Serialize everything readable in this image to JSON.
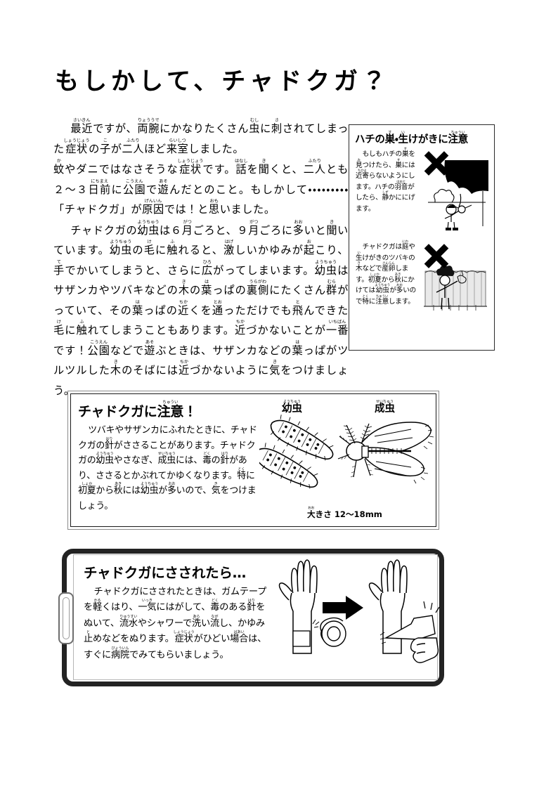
{
  "page": {
    "title": "もしかして、チャドクガ？",
    "background_color": "#ffffff",
    "text_color": "#000000"
  },
  "body_text": {
    "paragraph_1": "最近ですが、両腕にかなりたくさん虫に刺されてしまった症状の子が二人ほど来室しました。",
    "paragraph_2": "蚊やダニではなさそうな症状です。話を聞くと、二人とも２～３日前に公園で遊んだとのこと。もしかして・・・・・・・・・「チャドクガ」が原因では！と思いました。",
    "paragraph_3": "チャドクガの幼虫は６月ごろと、９月ごろに多いと聞いています。幼虫の毛に触れると、激しいかゆみが起こり、手でかいてしまうと、さらに広がってしまいます。幼虫はサザンカやツバキなどの木の葉っぱの裏側にたくさん群がっていて、その葉っぱの近くを通っただけでも飛んできた毛に触れてしまうこともあります。近づかないことが一番です！公園などで遊ぶときは、サザンカなどの葉っぱがツルツルした木のそばには近づかないように気をつけましょう。"
  },
  "bee_panel": {
    "title": "ハチの巣・生けがきに注意",
    "title_ruby": {
      "su": "す",
      "i": "い",
      "chuui": "ちゅうい"
    },
    "section_1": {
      "text": "もしもハチの巣を見つけたら、巣には近寄らないようにします。ハチの羽音がしたら、静かににげます。",
      "icon": "x-mark-icon",
      "illustration": "person-under-bee-nest"
    },
    "section_2": {
      "text": "チャドクガは庭や生けがきのツバキの木などで産卵します。初夏から秋にかけては幼虫が多いので特に注意します。",
      "icon": "x-mark-icon",
      "illustration": "person-at-hedge"
    }
  },
  "caution_panel": {
    "title": "チャドクガに注意！",
    "paragraph": "ツバキやサザンカにふれたときに、チャドクガの針がささることがあります。チャドクガの幼虫やさなぎ、成虫には、毒の針があり、ささるとかぶれてかゆくなります。特に初夏から秋には幼虫が多いので、気をつけましょう。",
    "larva_label": "幼虫",
    "larva_ruby": "ようちゅう",
    "adult_label": "成虫",
    "adult_ruby": "せいちゅう",
    "size_label": "大きさ 12～18mm",
    "size_ruby": "おお",
    "illustrations": [
      "caterpillar-larva",
      "adult-moth"
    ]
  },
  "treatment_panel": {
    "title": "チャドクガにさされたら…",
    "paragraph": "チャドクガにさされたときは、ガムテープを軽くはり、一気にはがして、毒のある針をぬいて、流水やシャワーで洗い流し、かゆみ止めなどをぬります。症状がひどい場合は、すぐに病院でみてもらいましょう。",
    "illustrations": [
      "arm-with-tape",
      "tape-roll",
      "black-arrow",
      "arm-peeling-tape"
    ]
  }
}
